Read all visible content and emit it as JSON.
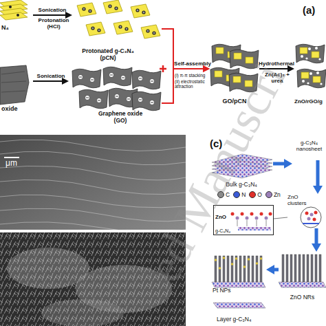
{
  "diagram": {
    "nodes": [
      {
        "text": [
          "N₄"
        ]
      },
      {
        "text": [
          "Protonated g-C₃N₄ (pCN)"
        ]
      },
      {
        "text": [
          "oxide"
        ]
      },
      {
        "text": [
          "Graphene oxide (GO)"
        ]
      },
      {
        "text": [
          "GO/pCN"
        ]
      },
      {
        "text": [
          "ZnO/rGO/g"
        ]
      },
      {
        "text": [
          "Bulk g-C₃N₄"
        ]
      },
      {
        "text": [
          "g-C₃N₄ nanosheet"
        ]
      },
      {
        "text": [
          "ZnO clusters"
        ]
      },
      {
        "text": [
          "ZnO",
          "g-C₃N₄"
        ]
      },
      {
        "text": [
          "ZnO NRs"
        ]
      },
      {
        "text": [
          "Pt NPs",
          "Layer g-C₃N₄"
        ]
      }
    ],
    "edges": [
      {
        "from": 0,
        "to": 1,
        "label": "Sonication",
        "arrow": "to"
      },
      {
        "from": 2,
        "to": 3,
        "label": "Sonication",
        "arrow": "to"
      },
      {
        "from": 1,
        "to": 4,
        "label": "Self-assembly",
        "arrow": "to"
      },
      {
        "from": 3,
        "to": 4,
        "arrow": "to"
      },
      {
        "from": 4,
        "to": 5,
        "label": "Hydrothermal",
        "arrow": "to"
      },
      {
        "from": 6,
        "to": 7,
        "arrow": "to"
      },
      {
        "from": 7,
        "to": 8,
        "arrow": "to"
      },
      {
        "from": 8,
        "to": 9,
        "arrow": "none"
      },
      {
        "from": 8,
        "to": 10,
        "arrow": "to"
      },
      {
        "from": 10,
        "to": 11,
        "arrow": "to"
      }
    ],
    "labels": [
      "(a)",
      "Protonation (HCl)",
      "(i) π-π stacking",
      "(ii) electrostatic attraction",
      "Zn(Ac)₂ + urea",
      "μm",
      "(c)",
      "ed Manuscri"
    ],
    "legend": [
      {
        "text": "C",
        "color": "#8a8a8a"
      },
      {
        "text": "N",
        "color": "#3b5bd6"
      },
      {
        "text": "O",
        "color": "#e0302a"
      },
      {
        "text": "Zn",
        "color": "#9b7fb8"
      }
    ]
  }
}
